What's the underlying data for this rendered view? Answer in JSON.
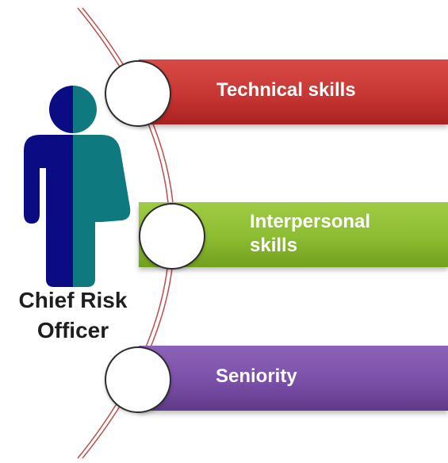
{
  "role": {
    "title": "Chief Risk Officer",
    "line1": "Chief Risk",
    "line2": "Officer"
  },
  "items": [
    {
      "label": "Technical skills",
      "color": "#c73633"
    },
    {
      "label": "Interpersonal skills",
      "line1": "Interpersonal",
      "line2": "skills",
      "color": "#8cbc31"
    },
    {
      "label": "Seniority",
      "color": "#7a4fa8"
    }
  ],
  "figure_colors": {
    "male": "#0b0b84",
    "female": "#0e7a80"
  },
  "arc_color": "#c0504d"
}
